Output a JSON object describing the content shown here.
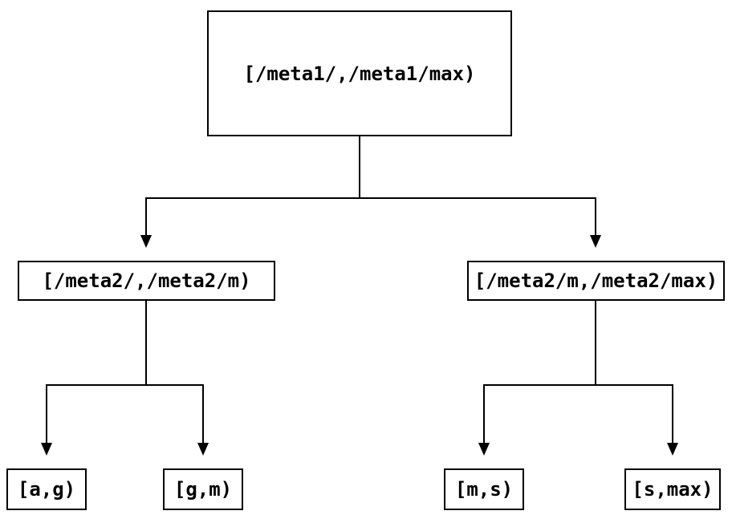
{
  "diagram": {
    "type": "binary-tree",
    "root": {
      "id": "root",
      "label": "[/meta1/,/meta1/max)"
    },
    "children": [
      {
        "id": "meta2-left",
        "label": "[/meta2/,/meta2/m)",
        "children": [
          {
            "id": "leaf-ag",
            "label": "[a,g)"
          },
          {
            "id": "leaf-gm",
            "label": "[g,m)"
          }
        ]
      },
      {
        "id": "meta2-right",
        "label": "[/meta2/m,/meta2/max)",
        "children": [
          {
            "id": "leaf-ms",
            "label": "[m,s)"
          },
          {
            "id": "leaf-smax",
            "label": "[s,max)"
          }
        ]
      }
    ],
    "edges": [
      {
        "from": "root",
        "to": "meta2-left",
        "arrow": "arrow-down"
      },
      {
        "from": "root",
        "to": "meta2-right",
        "arrow": "arrow-down"
      },
      {
        "from": "meta2-left",
        "to": "leaf-ag",
        "arrow": "arrow-down"
      },
      {
        "from": "meta2-left",
        "to": "leaf-gm",
        "arrow": "arrow-down"
      },
      {
        "from": "meta2-right",
        "to": "leaf-ms",
        "arrow": "arrow-down"
      },
      {
        "from": "meta2-right",
        "to": "leaf-smax",
        "arrow": "arrow-down"
      }
    ],
    "colors": {
      "background": "#ffffff",
      "line": "#000000",
      "text": "#000000"
    }
  }
}
